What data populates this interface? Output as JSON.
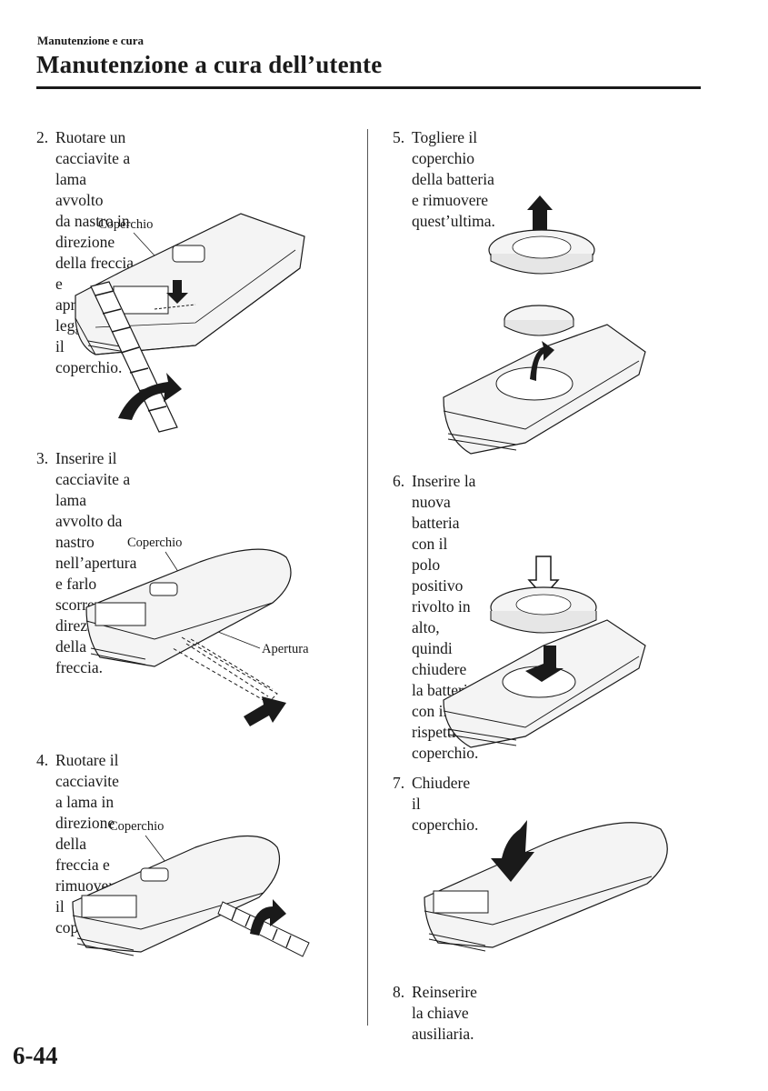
{
  "header": {
    "section": "Manutenzione e cura",
    "title": "Manutenzione a cura dell’utente"
  },
  "steps": [
    {
      "num": "2.",
      "text": "Ruotare un cacciavite a lama avvolto\nda nastro in direzione della freccia e\naprire leggermente il coperchio."
    },
    {
      "num": "3.",
      "text": "Inserire il cacciavite a lama avvolto da\nnastro nell’apertura e farlo scorrere in\ndirezione della freccia."
    },
    {
      "num": "4.",
      "text": "Ruotare il cacciavite a lama in direzione\ndella freccia e rimuovere il coperchio."
    },
    {
      "num": "5.",
      "text": "Togliere il coperchio della batteria\ne rimuovere quest’ultima."
    },
    {
      "num": "6.",
      "text": "Inserire la nuova batteria con il polo\npositivo rivolto in alto, quindi chiudere\nla batteria con il rispettivo coperchio."
    },
    {
      "num": "7.",
      "text": "Chiudere il coperchio."
    },
    {
      "num": "8.",
      "text": "Reinserire la chiave ausiliaria."
    }
  ],
  "figures": {
    "fig2": {
      "callout": "Coperchio"
    },
    "fig3": {
      "callout_cover": "Coperchio",
      "callout_opening": "Apertura"
    },
    "fig4": {
      "callout": "Coperchio"
    }
  },
  "footer": {
    "page_number": "6-44"
  }
}
